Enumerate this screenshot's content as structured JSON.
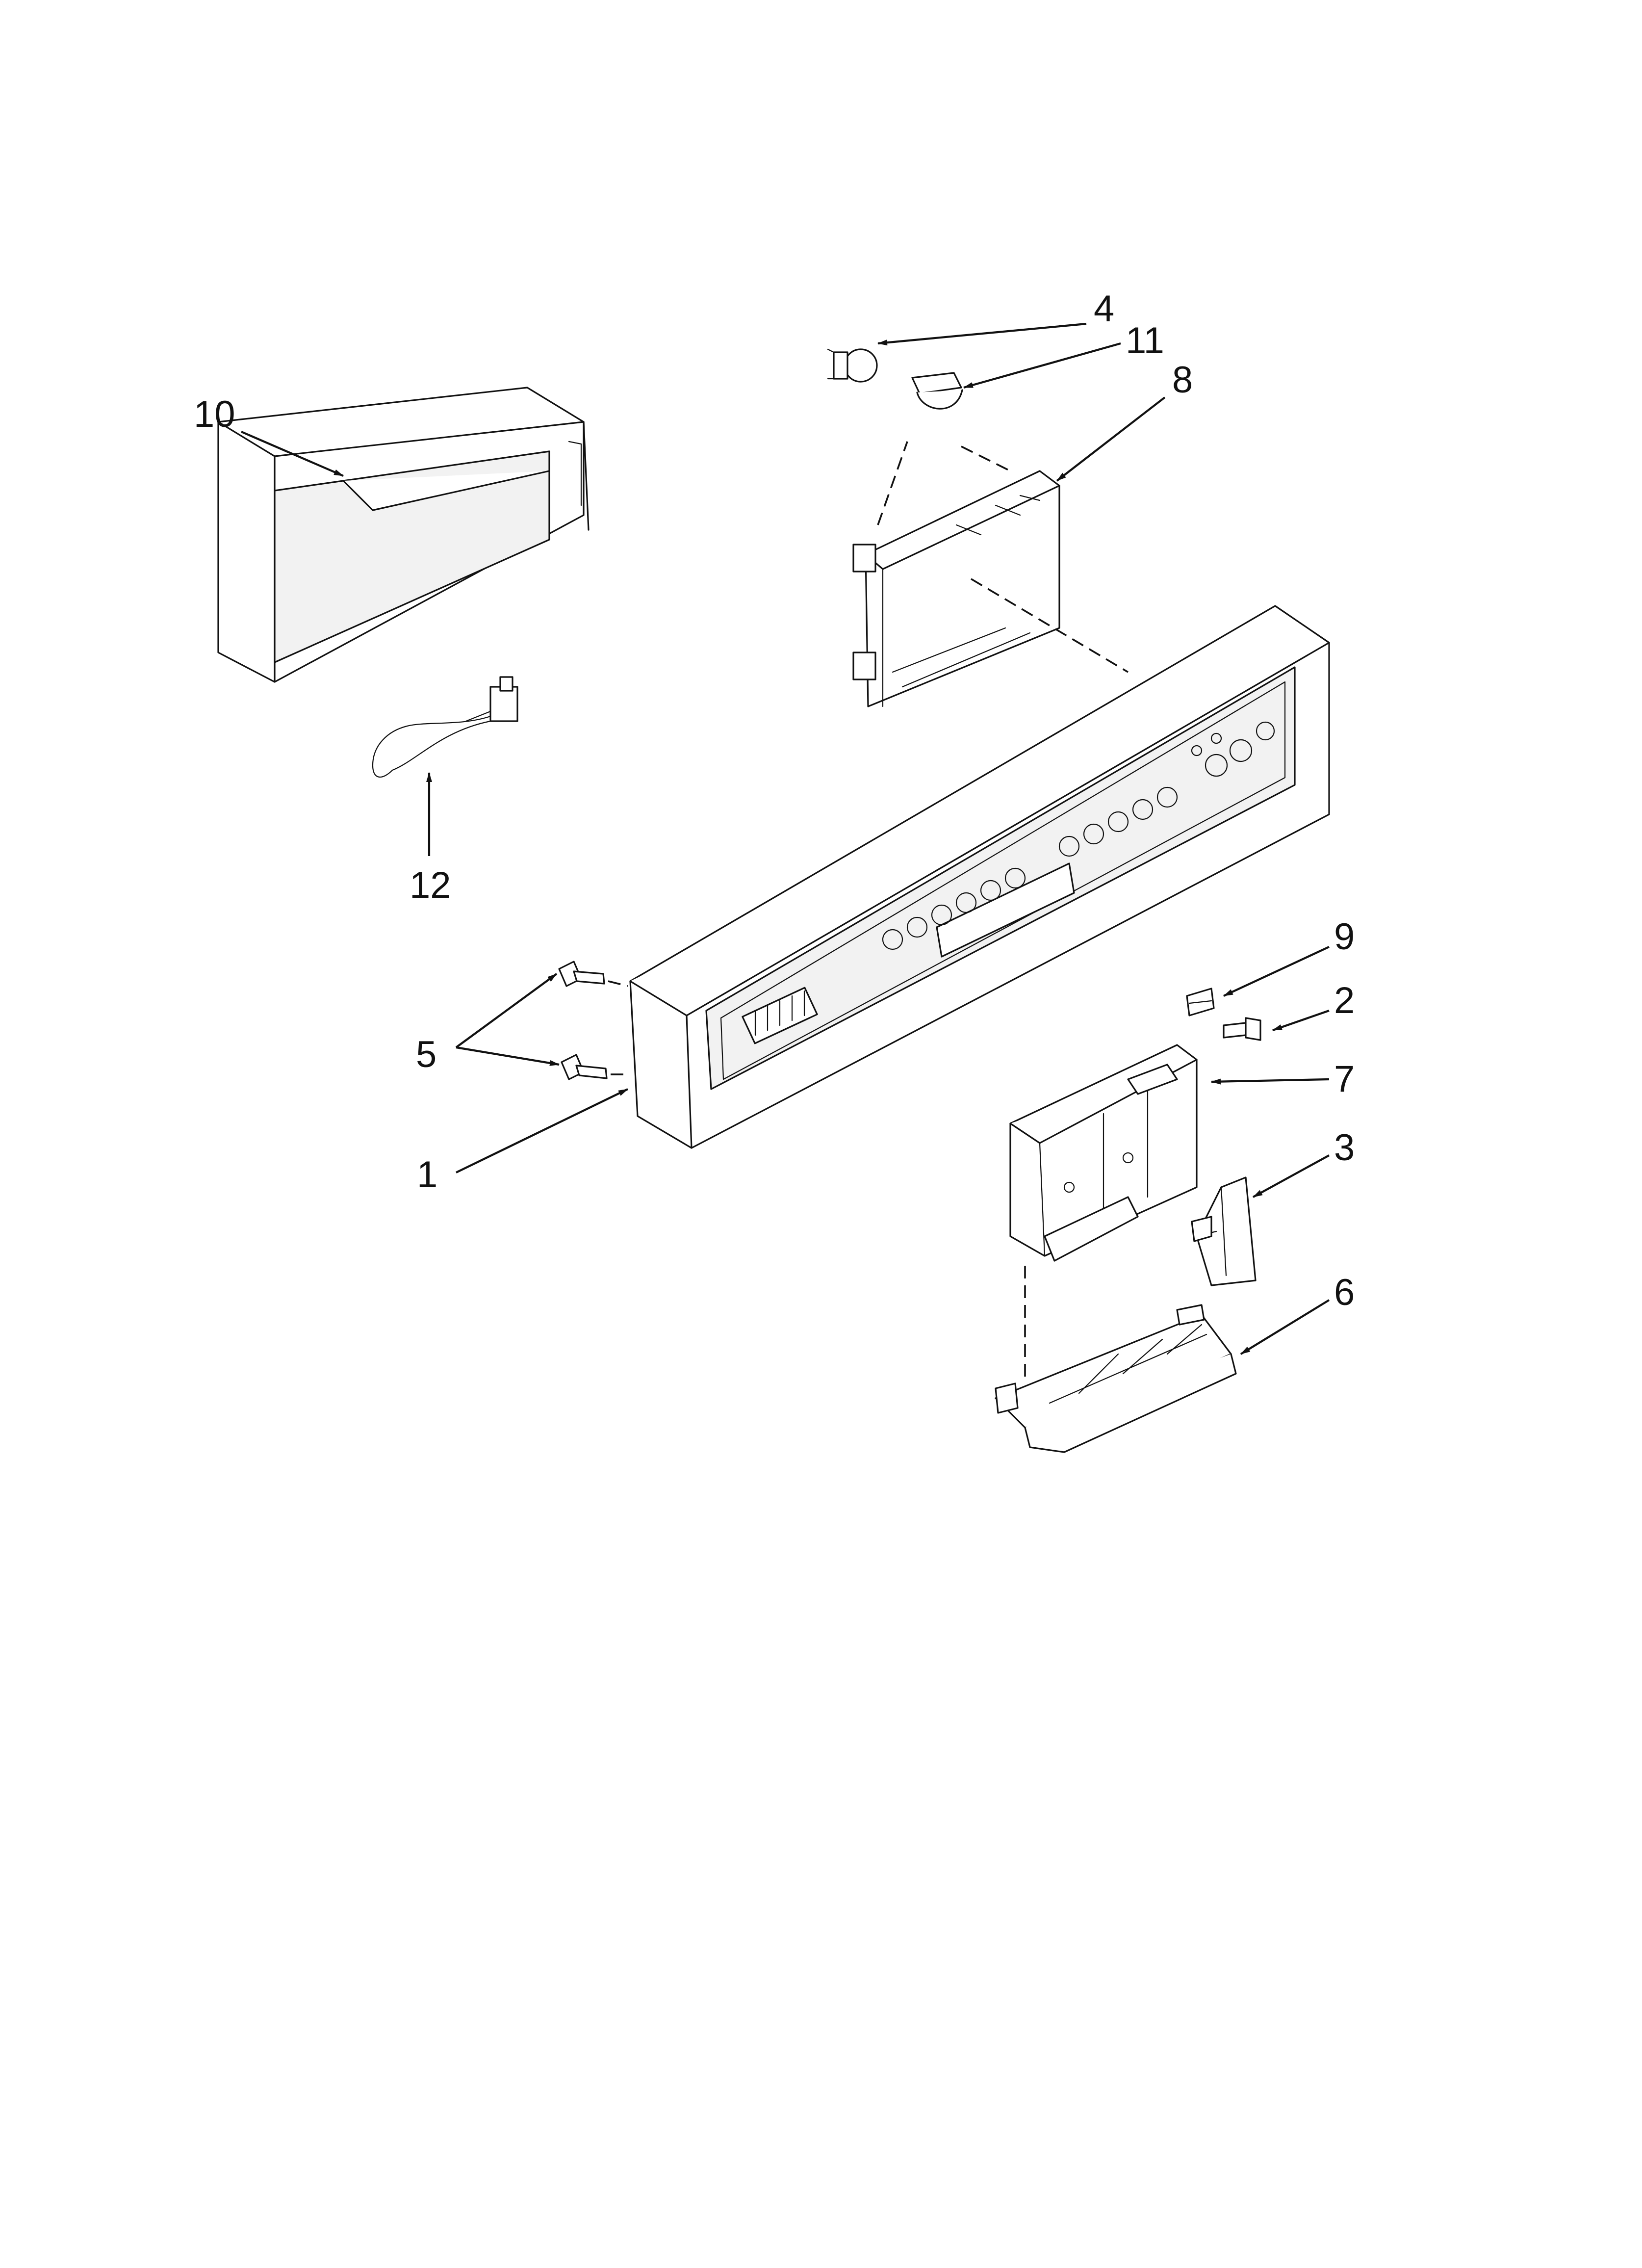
{
  "diagram": {
    "colors": {
      "line": "#111111",
      "background": "#ffffff",
      "panel_fill": "#f2f2f2"
    },
    "callouts": [
      {
        "id": "1",
        "label": "1"
      },
      {
        "id": "2",
        "label": "2"
      },
      {
        "id": "3",
        "label": "3"
      },
      {
        "id": "4",
        "label": "4"
      },
      {
        "id": "5",
        "label": "5"
      },
      {
        "id": "6",
        "label": "6"
      },
      {
        "id": "7",
        "label": "7"
      },
      {
        "id": "8",
        "label": "8"
      },
      {
        "id": "9",
        "label": "9"
      },
      {
        "id": "10",
        "label": "10"
      },
      {
        "id": "11",
        "label": "11"
      },
      {
        "id": "12",
        "label": "12"
      }
    ]
  }
}
